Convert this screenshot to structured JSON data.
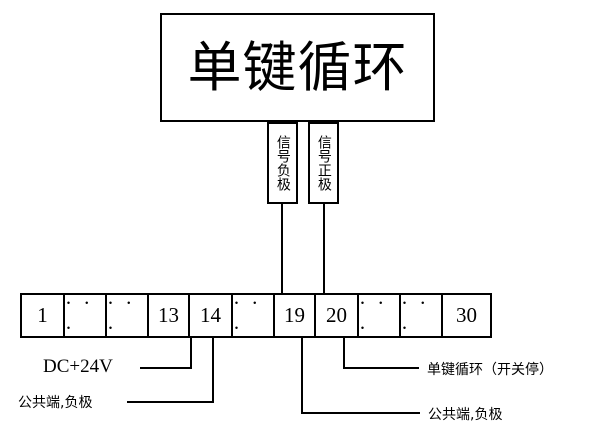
{
  "diagram": {
    "title_box": {
      "label": "单键循环"
    },
    "signal_boxes": [
      {
        "name": "signal-negative",
        "label": "信号负极"
      },
      {
        "name": "signal-positive",
        "label": "信号正极"
      }
    ],
    "terminal_strip": {
      "cells": [
        {
          "label": "1"
        },
        {
          "label": "·  ·  ·"
        },
        {
          "label": "·  ·  ·"
        },
        {
          "label": "13"
        },
        {
          "label": "14"
        },
        {
          "label": "·  ·  ·"
        },
        {
          "label": "19"
        },
        {
          "label": "20"
        },
        {
          "label": "·  ·  ·"
        },
        {
          "label": "·  ·  ·"
        },
        {
          "label": "30"
        }
      ]
    },
    "labels": {
      "dc_supply": "DC+24V",
      "common_negative_left": "公共端,负极",
      "single_key_cycle": "单键循环（开关停）",
      "common_negative_right": "公共端,负极"
    },
    "colors": {
      "stroke": "#000000",
      "background": "#ffffff",
      "text": "#000000"
    }
  }
}
